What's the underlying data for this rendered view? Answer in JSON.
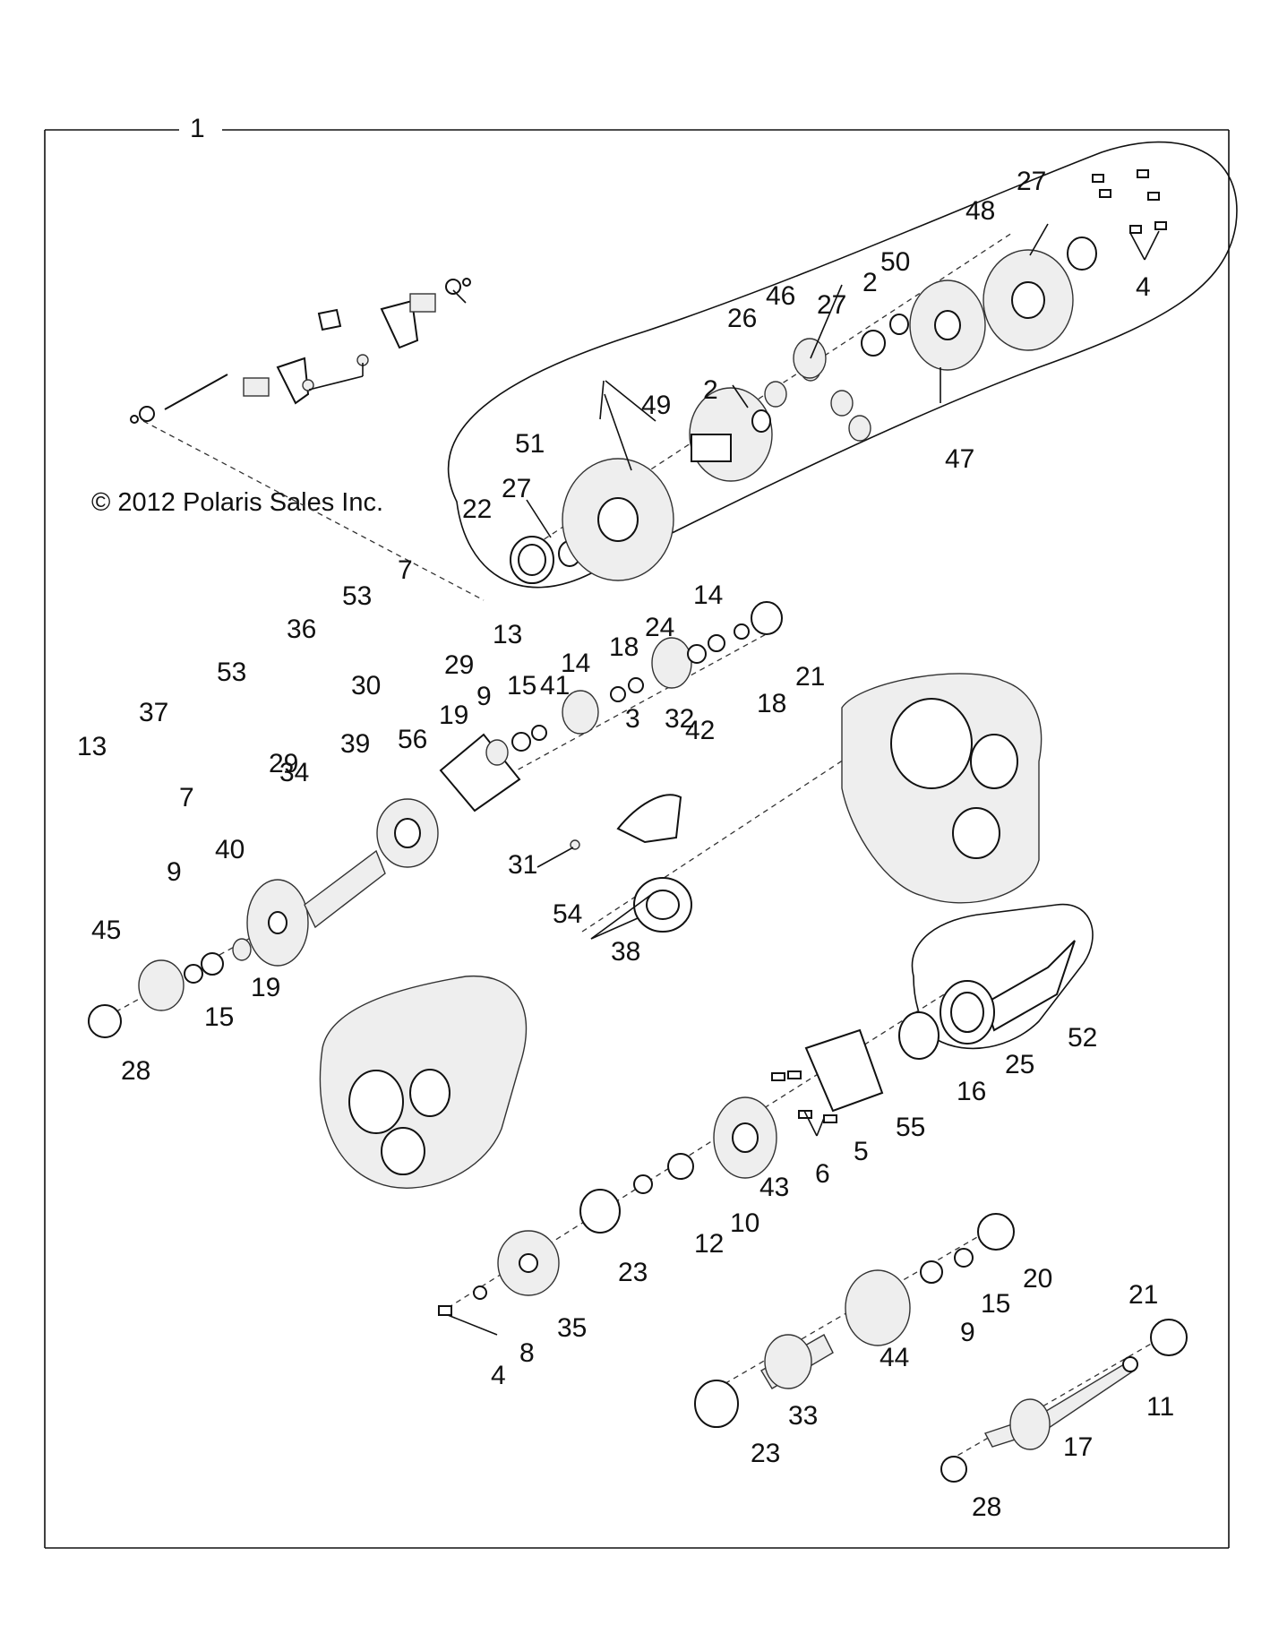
{
  "copyright": "© 2012 Polaris Sales Inc.",
  "assembly_callout": "1",
  "callouts": {
    "c2a": "2",
    "c2b": "2",
    "c3": "3",
    "c4a": "4",
    "c4b": "4",
    "c5": "5",
    "c6": "6",
    "c7a": "7",
    "c7b": "7",
    "c8": "8",
    "c9a": "9",
    "c9b": "9",
    "c9c": "9",
    "c10": "10",
    "c11": "11",
    "c12": "12",
    "c13a": "13",
    "c13b": "13",
    "c14a": "14",
    "c14b": "14",
    "c15a": "15",
    "c15b": "15",
    "c15c": "15",
    "c16": "16",
    "c17": "17",
    "c18a": "18",
    "c18b": "18",
    "c19a": "19",
    "c19b": "19",
    "c20": "20",
    "c21a": "21",
    "c21b": "21",
    "c22": "22",
    "c23a": "23",
    "c23b": "23",
    "c24": "24",
    "c25": "25",
    "c26": "26",
    "c27a": "27",
    "c27b": "27",
    "c27c": "27",
    "c28a": "28",
    "c28b": "28",
    "c29a": "29",
    "c29b": "29",
    "c30": "30",
    "c31": "31",
    "c32": "32",
    "c33": "33",
    "c34": "34",
    "c35": "35",
    "c36": "36",
    "c37": "37",
    "c38": "38",
    "c39": "39",
    "c40": "40",
    "c41": "41",
    "c42": "42",
    "c43": "43",
    "c44": "44",
    "c45": "45",
    "c46": "46",
    "c47": "47",
    "c48": "48",
    "c49": "49",
    "c50": "50",
    "c51": "51",
    "c52": "52",
    "c53a": "53",
    "c53b": "53",
    "c54": "54",
    "c55": "55",
    "c56": "56"
  }
}
